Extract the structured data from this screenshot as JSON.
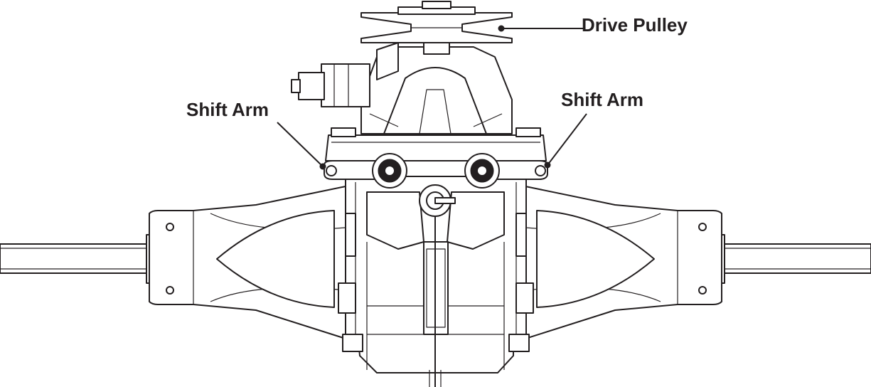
{
  "figure": {
    "labels": {
      "drive_pulley": "Drive Pulley",
      "shift_arm_left": "Shift Arm",
      "shift_arm_right": "Shift Arm"
    },
    "colors": {
      "ink": "#231f20",
      "background": "#ffffff"
    }
  }
}
